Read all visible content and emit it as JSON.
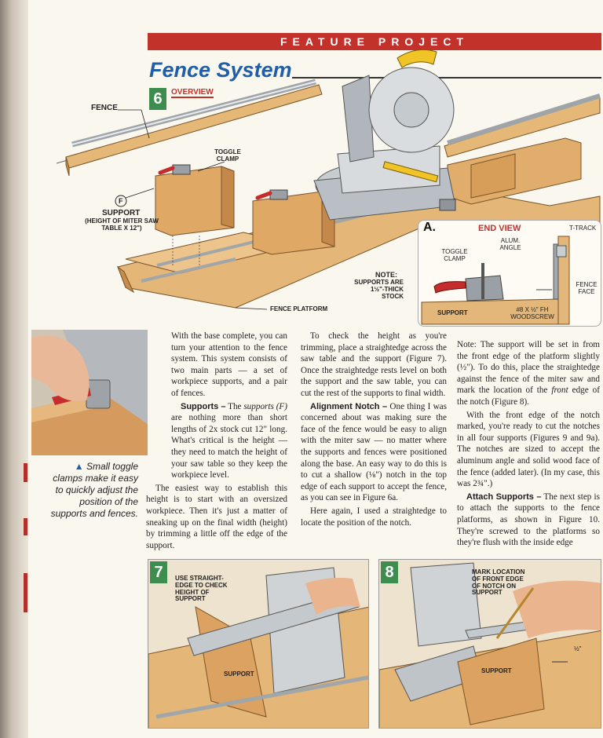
{
  "banner": "FEATURE PROJECT",
  "section_title": "Fence System",
  "figure_overview": {
    "number": "6",
    "label": "OVERVIEW",
    "callouts": {
      "fence": "FENCE",
      "toggle_clamp": "TOGGLE CLAMP",
      "support_letter": "F",
      "support": "SUPPORT",
      "support_note": "(HEIGHT OF MITER SAW TABLE x 12\")",
      "note_head": "NOTE:",
      "note_body": "SUPPORTS ARE 1½\"-THICK STOCK",
      "fence_platform": "FENCE PLATFORM"
    }
  },
  "end_view": {
    "letter": "a.",
    "title": "END VIEW",
    "t_track": "T-TRACK",
    "alum_angle": "ALUM. ANGLE",
    "toggle_clamp": "TOGGLE CLAMP",
    "fence_face": "FENCE FACE",
    "support": "SUPPORT",
    "woodscrew": "#8 x ½\" Fh WOODSCREW"
  },
  "photo_caption": "Small toggle clamps make it easy to quickly adjust the position of the supports and fences.",
  "col1": {
    "p1": "With the base complete, you can turn your attention to the fence system. This system consists of two main parts — a set of workpiece supports, and a pair of fences.",
    "supports_head": "Supports –",
    "supports_body_a": " The ",
    "supports_italic": "supports (F)",
    "supports_body_b": " are nothing more than short lengths of 2x stock cut 12\" long. What's critical is the height — they need to match the height of your saw table so they keep the workpiece level.",
    "p3": "The easiest way to establish this height is to start with an oversized workpiece. Then it's just a matter of sneaking up on the final width (height) by trimming a little off the edge of the support."
  },
  "col2": {
    "p1": "To check the height as you're trimming, place a straightedge across the saw table and the support (Figure 7). Once the straightedge rests level on both the support and the saw table, you can cut the rest of the supports to final width.",
    "notch_head": "Alignment Notch –",
    "notch_body": " One thing I was concerned about was making sure the face of the fence would be easy to align with the miter saw — no matter where the supports and fences were positioned along the base. An easy way to do this is to cut a shallow (⅛\") notch in the top edge of each support to accept the fence, as you can see in Figure 6a.",
    "p3": "Here again, I used a straightedge to locate the position of the notch."
  },
  "col3": {
    "p1a": "Note: The support will be set in from the front edge of the platform slightly (½\"). To do this, place the straightedge against the fence of the miter saw and mark the location of the ",
    "p1_italic": "front",
    "p1b": " edge of the notch (Figure 8).",
    "p2": "With the front edge of the notch marked, you're ready to cut the notches in all four supports (Figures 9 and 9a). The notches are sized to accept the aluminum angle and solid wood face of the fence (added later). (In my case, this was 2¾\".)",
    "attach_head": "Attach Supports –",
    "attach_body": " The next step is to attach the supports to the fence platforms, as shown in Figure 10. They're screwed to the platforms so they're flush with the inside edge"
  },
  "figure7": {
    "number": "7",
    "callout": "USE STRAIGHT-EDGE TO CHECK HEIGHT OF SUPPORT",
    "support": "SUPPORT"
  },
  "figure8": {
    "number": "8",
    "callout": "MARK LOCATION OF FRONT EDGE OF NOTCH ON SUPPORT",
    "support": "SUPPORT",
    "dim": "½\""
  },
  "colors": {
    "banner": "#c3312b",
    "title": "#1f5ea8",
    "badge": "#3d8e4e",
    "wood": "#e3b77a"
  }
}
